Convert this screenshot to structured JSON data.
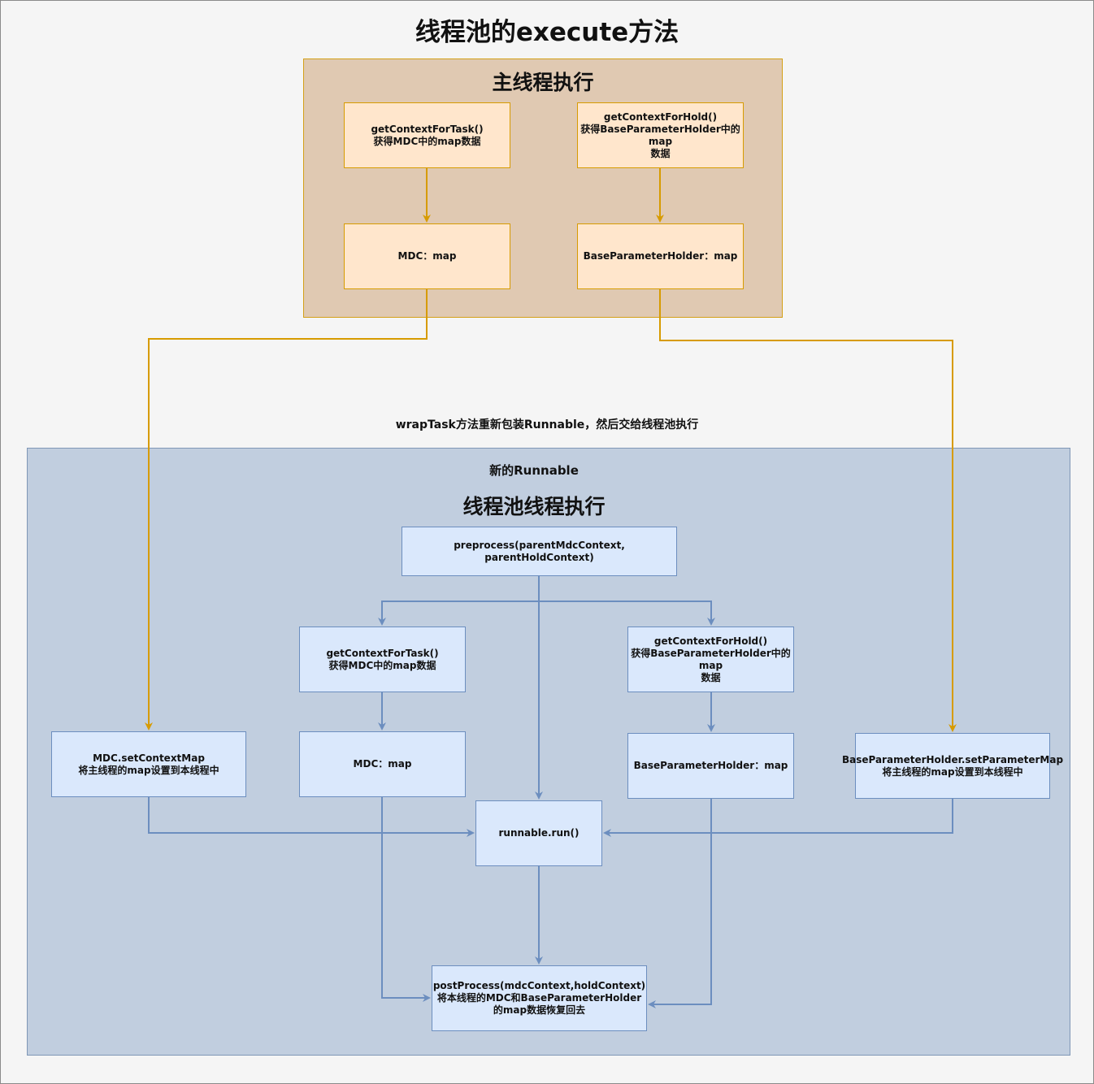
{
  "title": "线程池的execute方法",
  "main_group": {
    "title": "主线程执行",
    "get_task": {
      "line1": "getContextForTask()",
      "line2": "获得MDC中的map数据"
    },
    "get_hold": {
      "line1": "getContextForHold()",
      "line2": "获得BaseParameterHolder中的map",
      "line3": "数据"
    },
    "mdc_map": "MDC：map",
    "holder_map": "BaseParameterHolder：map"
  },
  "wrap_caption": "wrapTask方法重新包装Runnable，然后交给线程池执行",
  "pool_group": {
    "label": "新的Runnable",
    "title": "线程池线程执行",
    "preprocess": "preprocess(parentMdcContext, parentHoldContext)",
    "get_task": {
      "line1": "getContextForTask()",
      "line2": "获得MDC中的map数据"
    },
    "get_hold": {
      "line1": "getContextForHold()",
      "line2": "获得BaseParameterHolder中的map",
      "line3": "数据"
    },
    "mdc_map": "MDC：map",
    "holder_map": "BaseParameterHolder：map",
    "set_context": {
      "line1": "MDC.setContextMap",
      "line2": "将主线程的map设置到本线程中"
    },
    "set_param": {
      "line1": "BaseParameterHolder.setParameterMap",
      "line2": "将主线程的map设置到本线程中"
    },
    "run": "runnable.run()",
    "post": {
      "line1": "postProcess(mdcContext,holdContext)",
      "line2": "将本线程的MDC和BaseParameterHolder",
      "line3": "的map数据恢复回去"
    }
  },
  "colors": {
    "orange_edge": "#d79b00",
    "blue_edge": "#6c8ebf",
    "main_fill": "#e0c9b2",
    "pool_fill": "#c1cedf",
    "orange_box": "#ffe6cc",
    "blue_box": "#dae8fc"
  }
}
